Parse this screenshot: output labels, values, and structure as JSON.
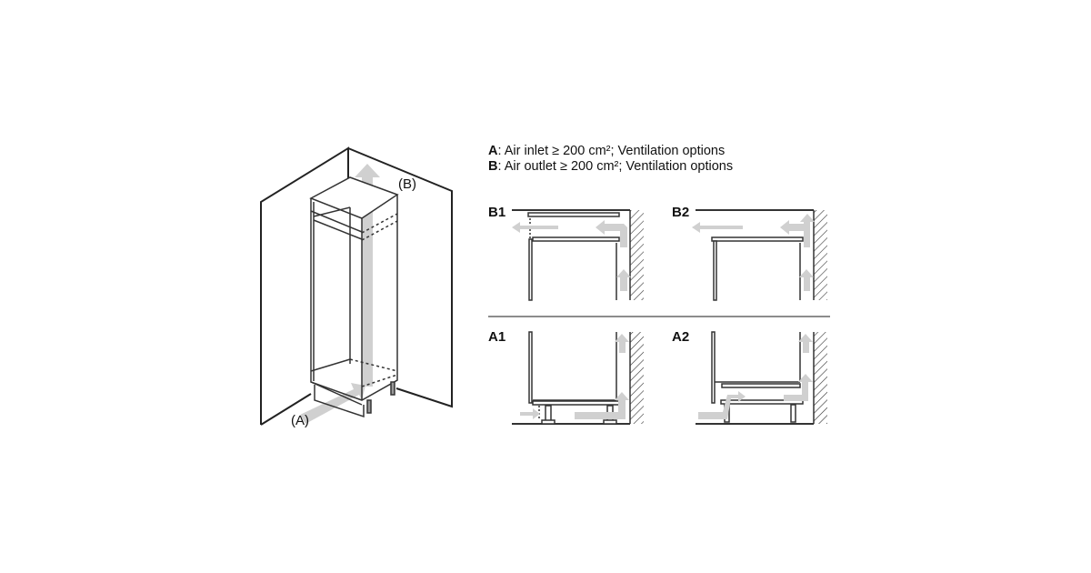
{
  "legend": {
    "a_key": "A",
    "a_text": ": Air inlet ≥ 200 cm²; Ventilation options",
    "b_key": "B",
    "b_text": ": Air outlet ≥ 200 cm²; Ventilation options"
  },
  "overview": {
    "label_b": "(B)",
    "label_a": "(A)"
  },
  "panels": {
    "b1": "B1",
    "b2": "B2",
    "a1": "A1",
    "a2": "A2"
  },
  "colors": {
    "arrow": "#cfcfcf",
    "line": "#222222"
  }
}
